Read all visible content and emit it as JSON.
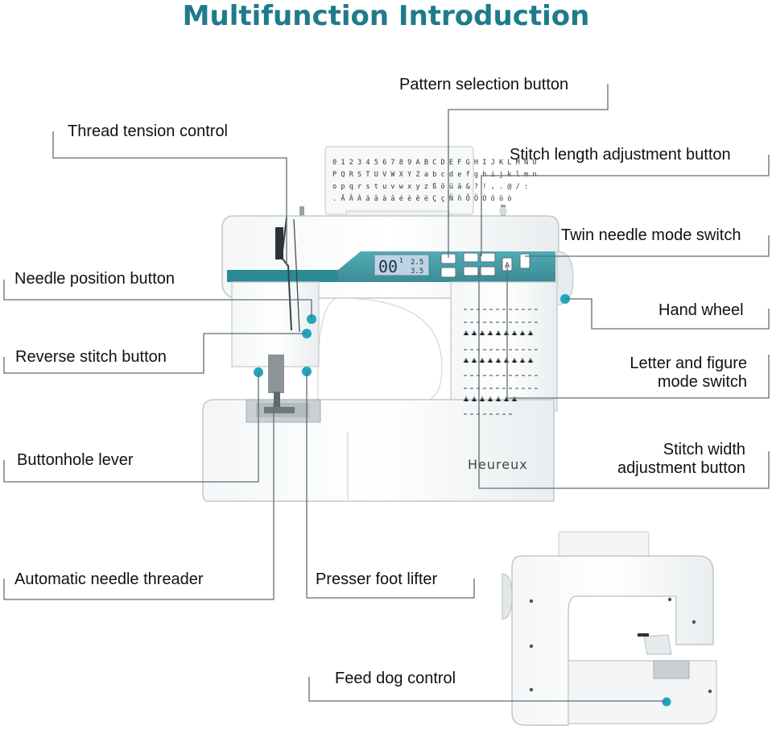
{
  "title": "Multifunction Introduction",
  "colors": {
    "accent": "#1f7a8c",
    "line": "#5a6f76",
    "panel": "#2f8f9a",
    "dot": "#21a5c0"
  },
  "labels": {
    "pattern_selection": "Pattern selection button",
    "thread_tension": "Thread tension control",
    "stitch_length": "Stitch length adjustment button",
    "twin_needle": "Twin needle mode switch",
    "needle_position": "Needle position button",
    "hand_wheel": "Hand wheel",
    "reverse_stitch": "Reverse stitch button",
    "letter_figure_1": "Letter and figure",
    "letter_figure_2": "mode switch",
    "stitch_width_1": "Stitch width",
    "stitch_width_2": "adjustment button",
    "buttonhole_lever": "Buttonhole lever",
    "auto_threader": "Automatic needle threader",
    "presser_foot": "Presser foot lifter",
    "feed_dog": "Feed dog control"
  },
  "machine": {
    "brand": "Heureux",
    "lcd_main": "00",
    "lcd_index": "1",
    "lcd_top": "2.5",
    "lcd_bottom": "3.5",
    "mode_a": "A",
    "chart_lines": [
      "0 1 2 3 4 5 6 7 8 9 A B C D E F G H I J K L M N O",
      "P Q R S T U V W X Y Z a b c d e f g h i j k l m n",
      "o p q r s t u v w x y z ß ö ü ä & ? ! , . @ / :",
      ". Ä Â À ä â à â é è ê ë Ç ç Ñ ñ Ô Ö Ò ô ö ò"
    ]
  }
}
